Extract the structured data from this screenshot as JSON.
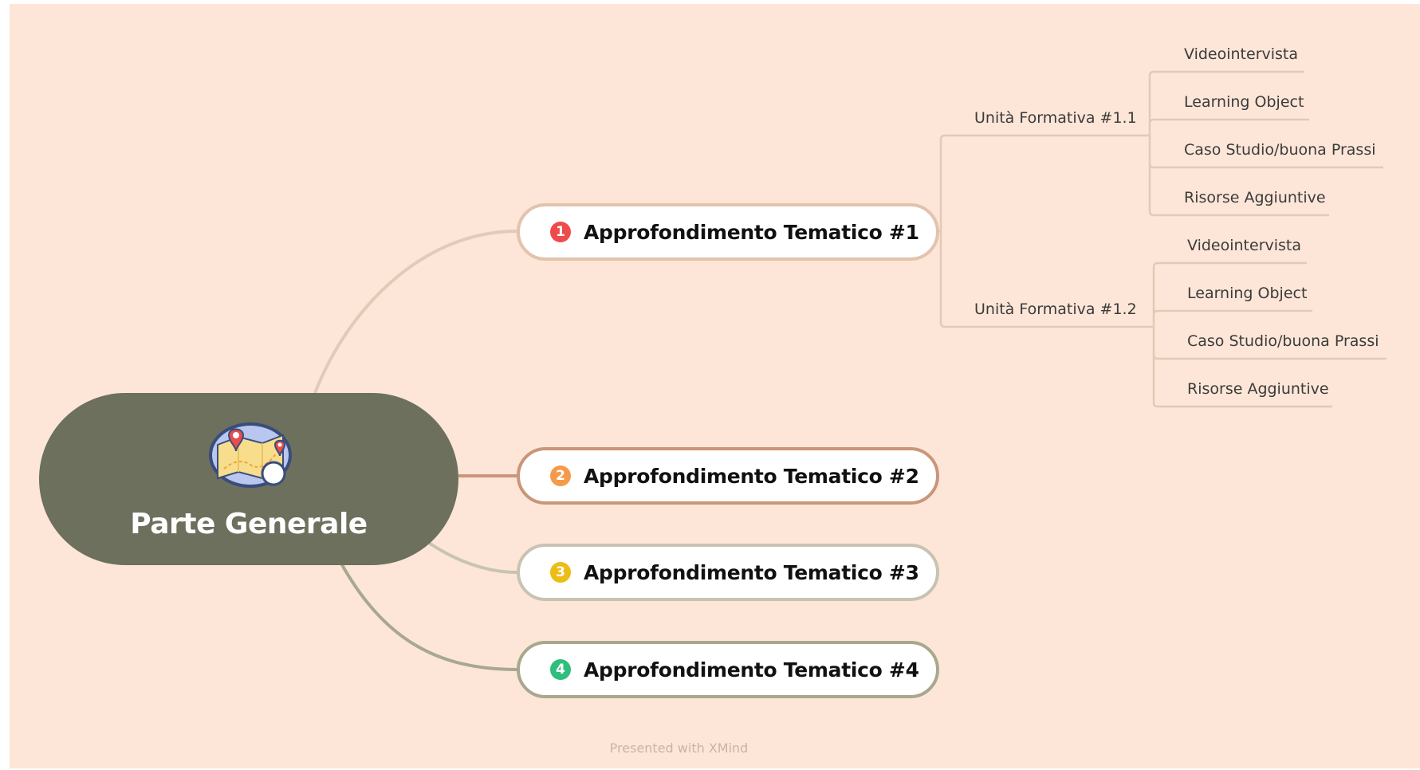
{
  "central": {
    "title": "Parte Generale",
    "icon": "map-icon",
    "color": "#6c705d"
  },
  "topics": [
    {
      "number": "1",
      "label": "Approfondimento Tematico #1",
      "badge_color": "#ef4b4b",
      "border_color": "#e2c3ad"
    },
    {
      "number": "2",
      "label": "Approfondimento Tematico #2",
      "badge_color": "#f59a4a",
      "border_color": "#c9967a"
    },
    {
      "number": "3",
      "label": "Approfondimento Tematico #3",
      "badge_color": "#ecbd13",
      "border_color": "#c8c3b2"
    },
    {
      "number": "4",
      "label": "Approfondimento Tematico #4",
      "badge_color": "#2fbe7b",
      "border_color": "#a8a88f"
    }
  ],
  "subtopics": [
    {
      "label": "Unità Formativa #1.1",
      "items": [
        "Videointervista",
        "Learning Object",
        "Caso Studio/buona Prassi",
        "Risorse Aggiuntive"
      ]
    },
    {
      "label": "Unità Formativa #1.2",
      "items": [
        "Videointervista",
        "Learning Object",
        "Caso Studio/buona Prassi",
        "Risorse Aggiuntive"
      ]
    }
  ],
  "footer": "Presented with XMind",
  "colors": {
    "background": "#fde6d7",
    "branch_line": "#e2c9b8",
    "branch_line_dark": "#a8a88f"
  }
}
